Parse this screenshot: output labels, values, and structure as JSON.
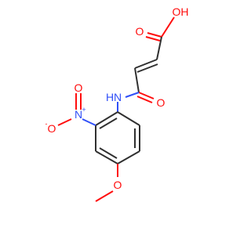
{
  "molecule": {
    "atoms": {
      "oh": "OH",
      "o_acid": "O",
      "o_amide": "O",
      "nh": "N",
      "h_amide": "H",
      "n_nitro": "N",
      "n_nitro_charge": "+",
      "o_nitro_double": "O",
      "o_nitro_minus": "O",
      "o_nitro_minus_charge": "-",
      "o_methoxy": "O"
    },
    "colors": {
      "carbon_bond": "#303030",
      "oxygen": "#ff0d0d",
      "nitrogen": "#3050f8",
      "background": "#ffffff"
    }
  }
}
